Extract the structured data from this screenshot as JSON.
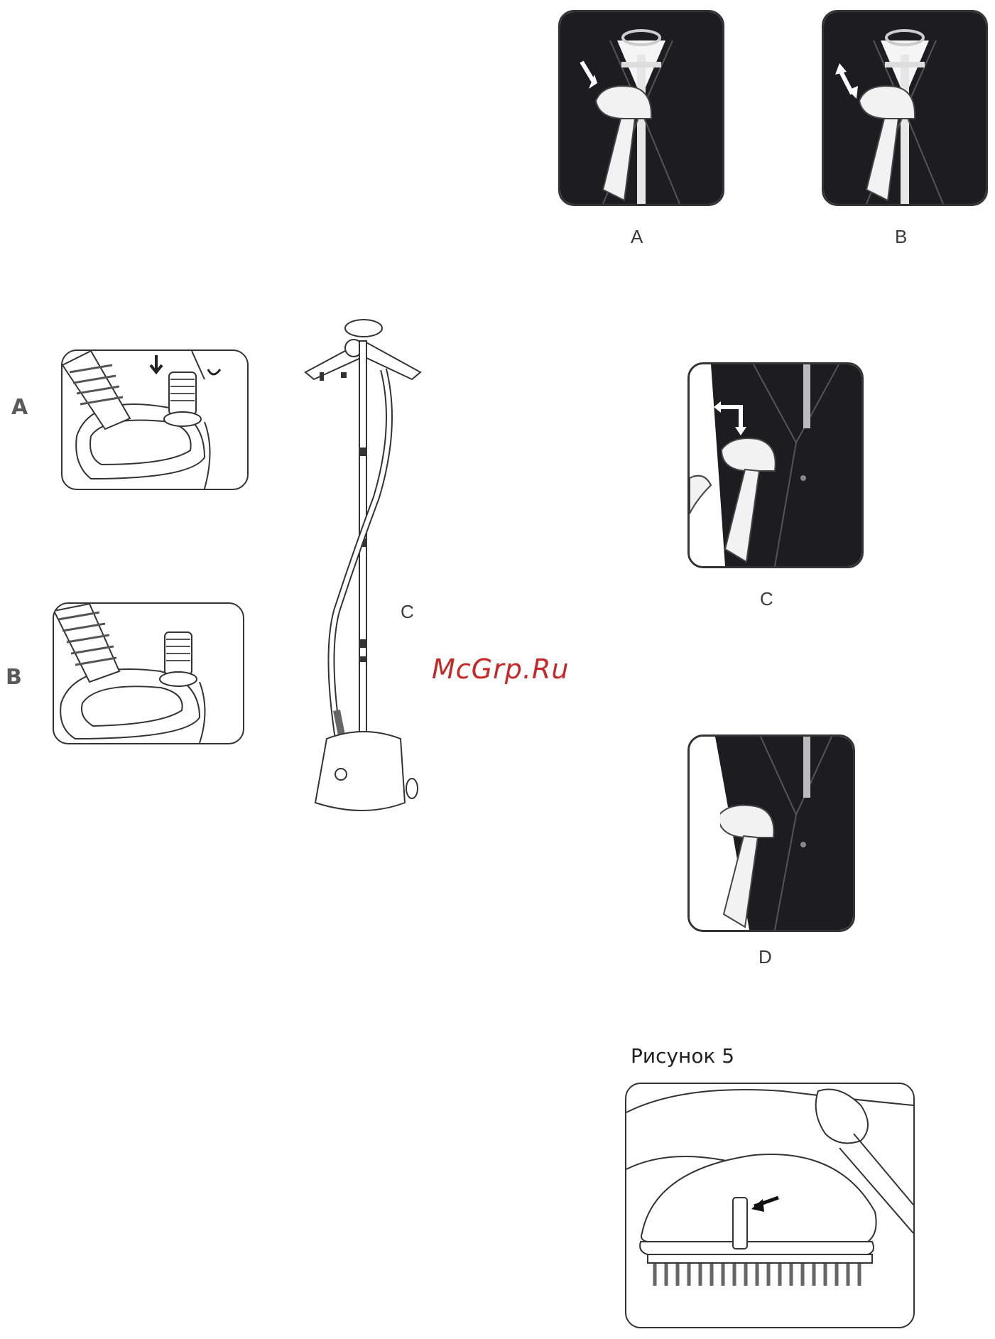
{
  "figures": {
    "suit_a_label": "A",
    "suit_b_label": "B",
    "suit_c_label": "C",
    "suit_d_label": "D",
    "base_a_label": "A",
    "base_b_label": "B",
    "stand_label": "C"
  },
  "watermark": "McGrp.Ru",
  "figure5": {
    "caption": "Рисунок 5"
  },
  "colors": {
    "suit": "#1d1d1f",
    "line": "#333333",
    "watermark": "#c62828"
  }
}
